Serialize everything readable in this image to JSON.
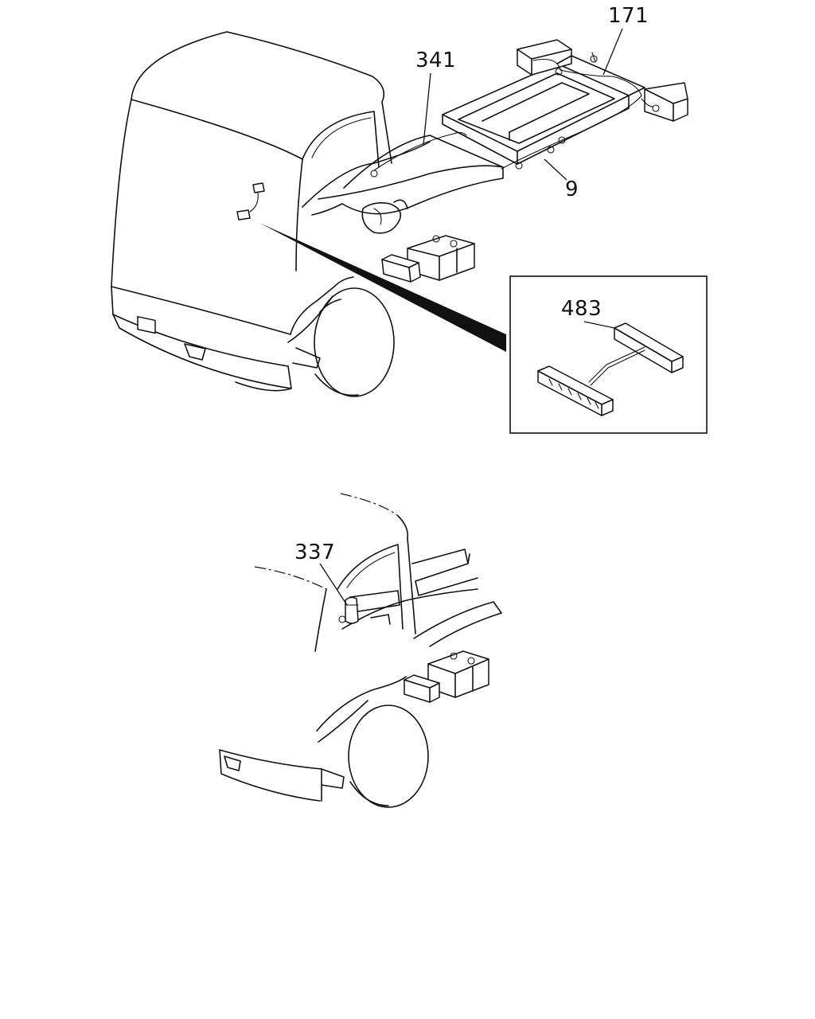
{
  "callouts": {
    "c171": "171",
    "c341": "341",
    "c9": "9",
    "c483": "483",
    "c337": "337"
  },
  "colors": {
    "line": "#111111",
    "background": "#ffffff"
  }
}
